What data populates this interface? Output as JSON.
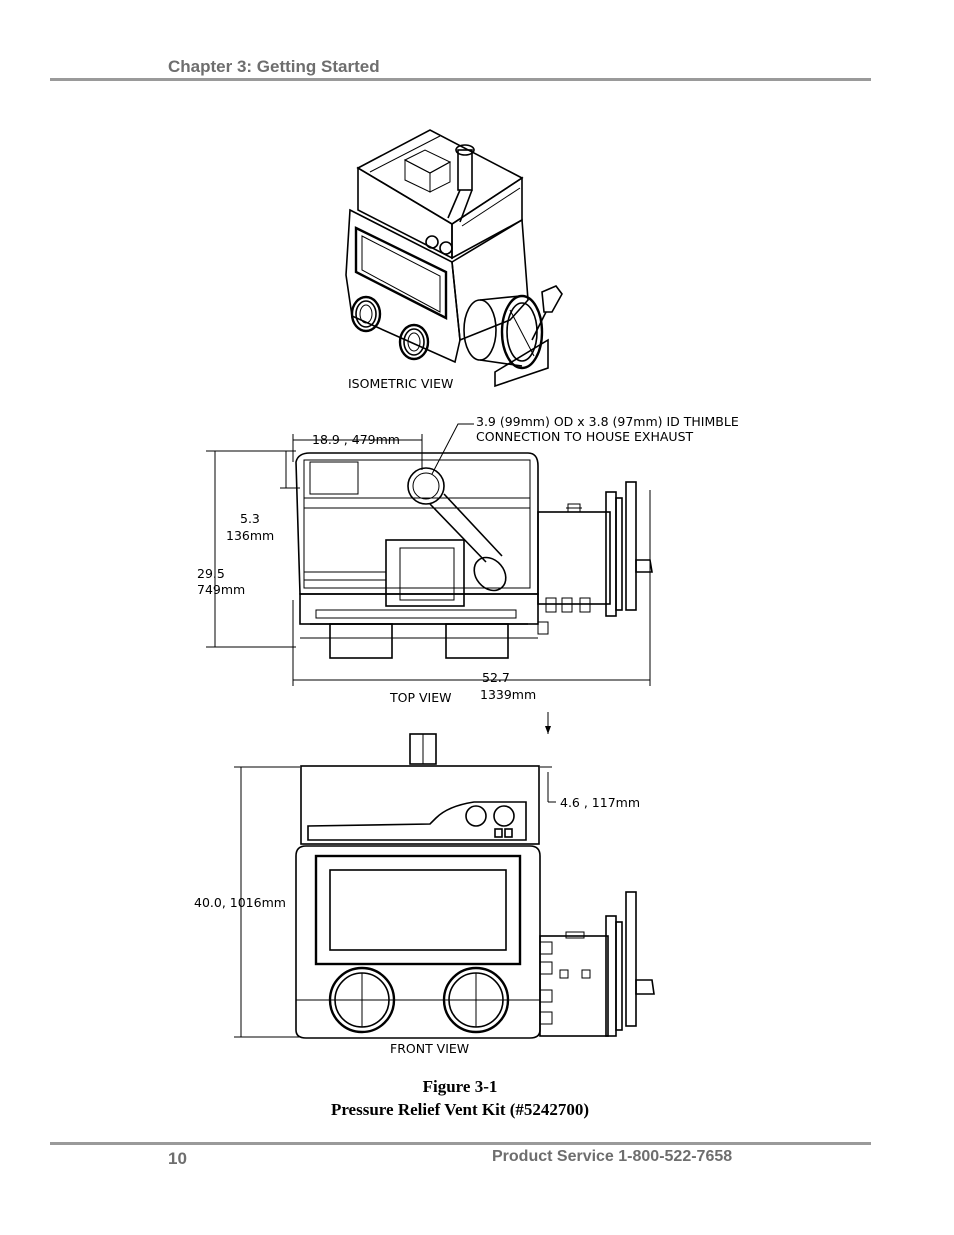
{
  "header": {
    "chapter": "Chapter 3: Getting Started"
  },
  "drawing": {
    "isometric_label": "ISOMETRIC VIEW",
    "top_view_label": "TOP VIEW",
    "front_view_label": "FRONT VIEW",
    "thimble_line1": "3.9 (99mm) OD x 3.8 (97mm) ID THIMBLE",
    "thimble_line2": "CONNECTION TO HOUSE EXHAUST",
    "dim_18_9": "18.9  , 479mm",
    "dim_5_3_in": "5.3",
    "dim_5_3_mm": "136mm",
    "dim_29_5_in": "29.5",
    "dim_29_5_mm": "749mm",
    "dim_52_7_in": "52.7",
    "dim_52_7_mm": "1339mm",
    "dim_4_6": "4.6  , 117mm",
    "dim_40_0": "40.0, 1016mm"
  },
  "figure": {
    "number": "Figure 3-1",
    "title": "Pressure Relief Vent Kit (#5242700)"
  },
  "footer": {
    "page": "10",
    "service": "Product Service 1-800-522-7658"
  }
}
